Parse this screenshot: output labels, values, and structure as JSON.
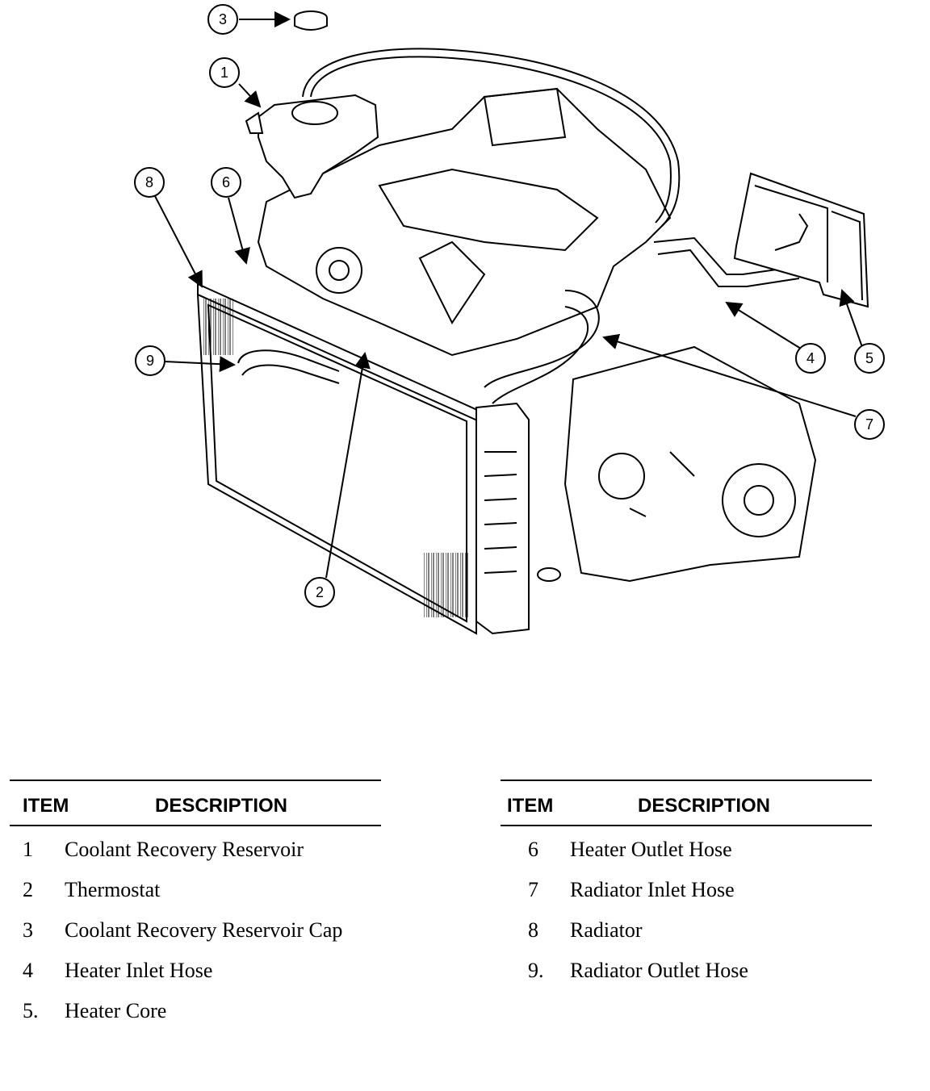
{
  "callouts": [
    "1",
    "2",
    "3",
    "4",
    "5",
    "6",
    "7",
    "8",
    "9"
  ],
  "tables": [
    {
      "header_item": "ITEM",
      "header_desc": "DESCRIPTION",
      "rows": [
        {
          "item": "1",
          "desc": "Coolant Recovery Reservoir"
        },
        {
          "item": "2",
          "desc": "Thermostat"
        },
        {
          "item": "3",
          "desc": "Coolant Recovery Reservoir Cap"
        },
        {
          "item": "4",
          "desc": "Heater Inlet Hose"
        },
        {
          "item": "5.",
          "desc": "Heater Core"
        }
      ]
    },
    {
      "header_item": "ITEM",
      "header_desc": "DESCRIPTION",
      "rows": [
        {
          "item": "6",
          "desc": "Heater Outlet Hose"
        },
        {
          "item": "7",
          "desc": "Radiator Inlet Hose"
        },
        {
          "item": "8",
          "desc": "Radiator"
        },
        {
          "item": "9.",
          "desc": "Radiator Outlet Hose"
        }
      ]
    }
  ]
}
